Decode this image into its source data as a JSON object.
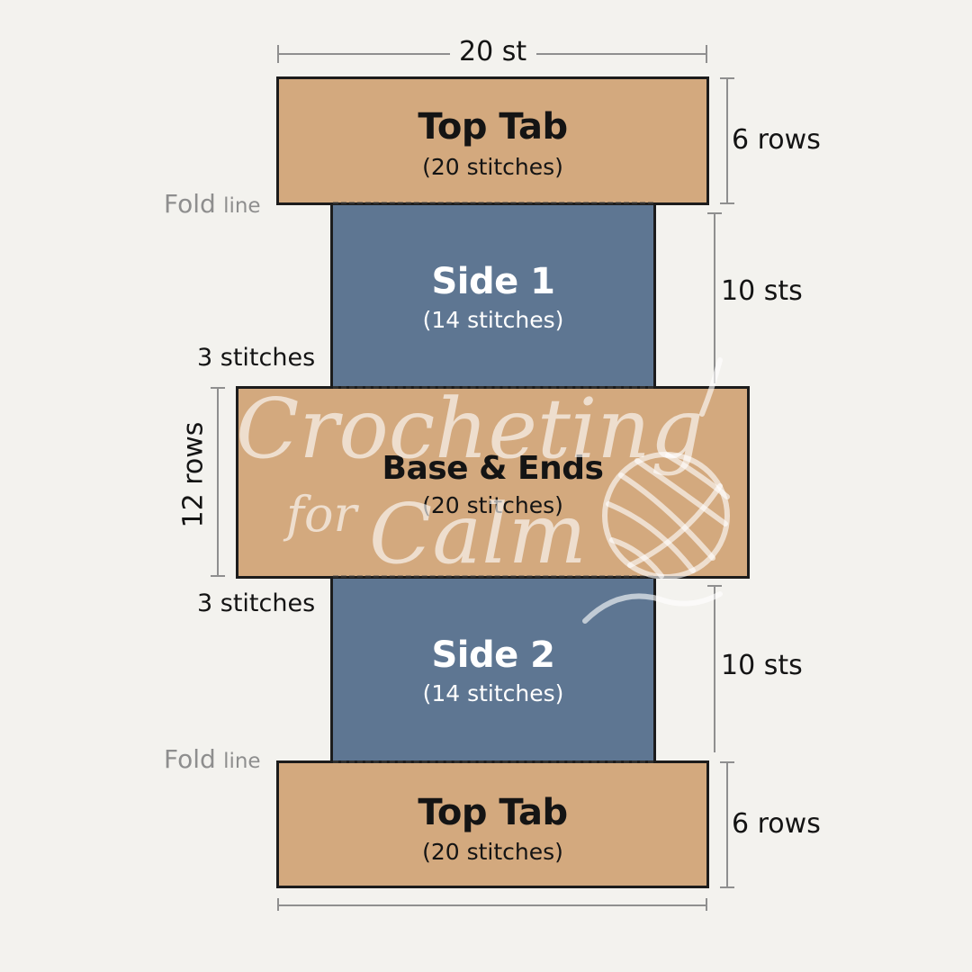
{
  "dimensions": {
    "top_width": "20 st",
    "top_tab_rows": "6 rows",
    "side1_height": "10 sts",
    "base_rows": "12 rows",
    "side2_height": "10 sts",
    "bottom_tab_rows": "6 rows",
    "offset_upper": "3 stitches",
    "offset_lower": "3 stitches"
  },
  "fold_labels": {
    "upper": {
      "bold": "Fold",
      "light": "line"
    },
    "lower": {
      "bold": "Fold",
      "light": "line"
    }
  },
  "panels": {
    "top_tab": {
      "title": "Top Tab",
      "subtitle": "(20 stitches)"
    },
    "side1": {
      "title": "Side 1",
      "subtitle": "(14 stitches)"
    },
    "base": {
      "title": "Base & Ends",
      "subtitle": "(20 stitches)"
    },
    "side2": {
      "title": "Side 2",
      "subtitle": "(14 stitches)"
    },
    "bottom_tab": {
      "title": "Top Tab",
      "subtitle": "(20 stitches)"
    }
  },
  "watermark": {
    "line1": "Crocheting",
    "line2": "for",
    "line3": "Calm"
  },
  "colors": {
    "tan": "#d3a97e",
    "blue": "#5e7692",
    "background": "#f3f2ee",
    "outline": "#1c1c1c"
  }
}
